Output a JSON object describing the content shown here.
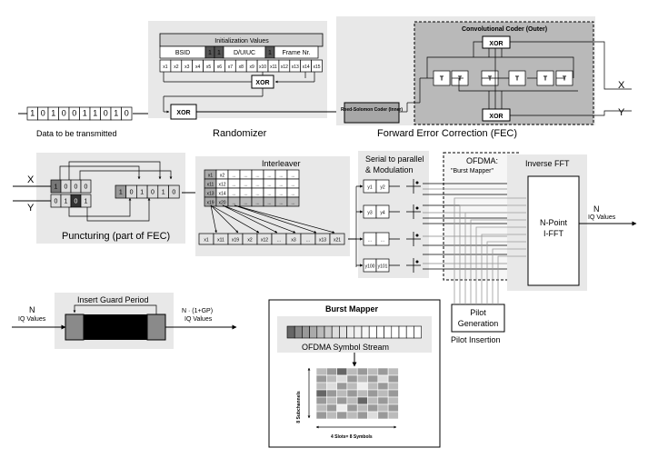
{
  "randomizer": {
    "init_title": "Initialization Values",
    "init_fields": [
      "BSID",
      "1",
      "1",
      "D/UIUC",
      "1",
      "Frame Nr."
    ],
    "register_bits": [
      "x1",
      "x2",
      "x3",
      "x4",
      "x5",
      "x6",
      "x7",
      "x8",
      "x9",
      "x10",
      "x11",
      "x12",
      "x13",
      "x14",
      "x15"
    ],
    "xor_label": "XOR",
    "xor2_label": "XOR",
    "caption": "Randomizer"
  },
  "input_data": {
    "bits": [
      "1",
      "0",
      "1",
      "0",
      "0",
      "1",
      "1",
      "0",
      "1",
      "0"
    ],
    "caption": "Data to be transmitted"
  },
  "fec": {
    "rs_label": "Reed-Solomon Coder (Inner)",
    "conv_title": "Convolutional Coder (Outer)",
    "xor_top": "XOR",
    "xor_bottom": "XOR",
    "t_cells": [
      "T",
      "T",
      "T",
      "T",
      "T",
      "T"
    ],
    "out_x": "X",
    "out_y": "Y",
    "caption": "Forward Error Correction (FEC)"
  },
  "puncturing": {
    "in_x": "X",
    "in_y": "Y",
    "row_x": [
      "1",
      "0",
      "0",
      "0"
    ],
    "row_y": [
      "0",
      "1",
      "0",
      "1"
    ],
    "merge_cells": [
      "1",
      "0",
      "1",
      "0",
      "1",
      "0"
    ],
    "caption": "Puncturing (part of FEC)"
  },
  "interleaver": {
    "title": "Interleaver",
    "grid": [
      [
        "x1",
        "x2",
        "...",
        "...",
        "...",
        "...",
        "...",
        "..."
      ],
      [
        "x11",
        "x12",
        "...",
        "...",
        "...",
        "...",
        "...",
        "..."
      ],
      [
        "x13",
        "x14",
        "...",
        "...",
        "...",
        "...",
        "...",
        "..."
      ],
      [
        "x19",
        "x20",
        "...",
        "...",
        "...",
        "...",
        "...",
        "..."
      ]
    ],
    "stream": [
      "x1",
      "x11",
      "x19",
      "x2",
      "x12",
      "...",
      "x3",
      "...",
      "x13",
      "x21"
    ]
  },
  "serial_parallel": {
    "title_line1": "Serial to parallel",
    "title_line2": "& Modulation",
    "pairs": [
      [
        "y1",
        "y2"
      ],
      [
        "y3",
        "y4"
      ],
      [
        "...",
        "..."
      ],
      [
        "y100",
        "y101"
      ]
    ]
  },
  "ofdma": {
    "title_line1": "OFDMA:",
    "title_line2": "\"Burst Mapper\""
  },
  "ifft": {
    "title": "Inverse FFT",
    "label_line1": "N-Point",
    "label_line2": "I-FFT",
    "out_line1": "N",
    "out_line2": "IQ Values"
  },
  "pilot": {
    "box_line1": "Pilot",
    "box_line2": "Generation",
    "caption": "Pilot Insertion"
  },
  "guard": {
    "title": "Insert Guard Period",
    "in_line1": "N",
    "in_line2": "IQ Values",
    "out_line1": "N · (1+GP)",
    "out_line2": "IQ Values"
  },
  "burst_mapper": {
    "title": "Burst Mapper",
    "stream_caption": "OFDMA Symbol Stream",
    "y_label": "8 Subchannels",
    "x_label": "4 Slots= 8 Symbols"
  }
}
